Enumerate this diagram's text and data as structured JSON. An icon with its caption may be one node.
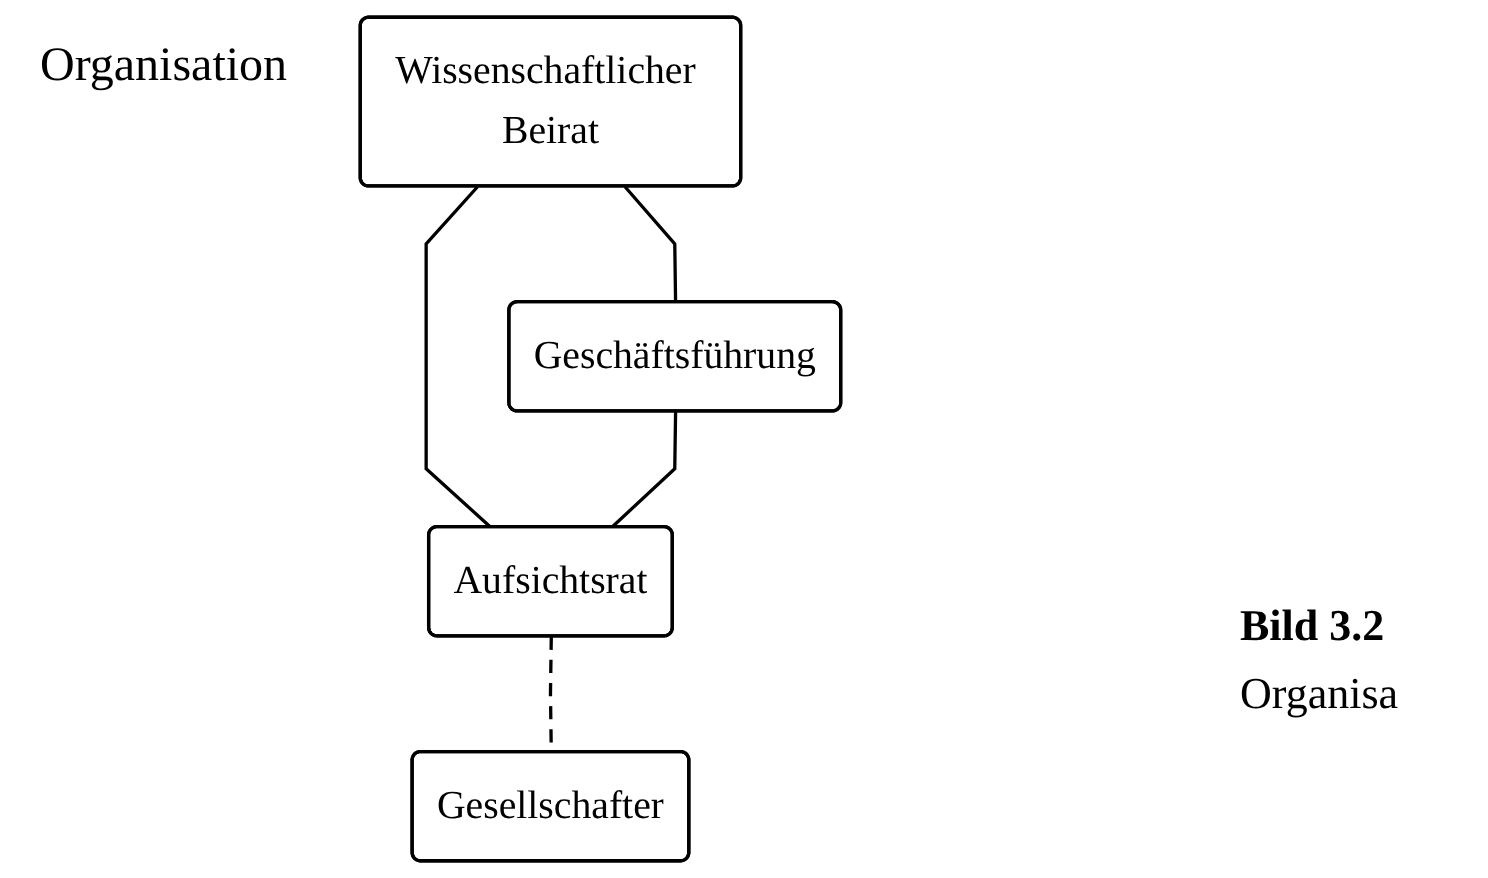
{
  "diagram": {
    "nodes": [
      {
        "text": [
          "Wissenschaftlicher Beirat"
        ]
      },
      {
        "text": [
          "Geschäftsführung"
        ]
      },
      {
        "text": [
          "Aufsichtsrat"
        ]
      },
      {
        "text": [
          "Gesellschafter"
        ]
      }
    ],
    "edges": [
      {
        "from": 0,
        "to": 1,
        "arrow": "none"
      },
      {
        "from": 0,
        "to": 2,
        "arrow": "none"
      },
      {
        "from": 1,
        "to": 2,
        "arrow": "none"
      },
      {
        "from": 2,
        "to": 3,
        "arrow": "none",
        "style": "dashed"
      }
    ],
    "labels": [
      "Organisation",
      "Bild 3.2",
      "Organisa"
    ]
  }
}
